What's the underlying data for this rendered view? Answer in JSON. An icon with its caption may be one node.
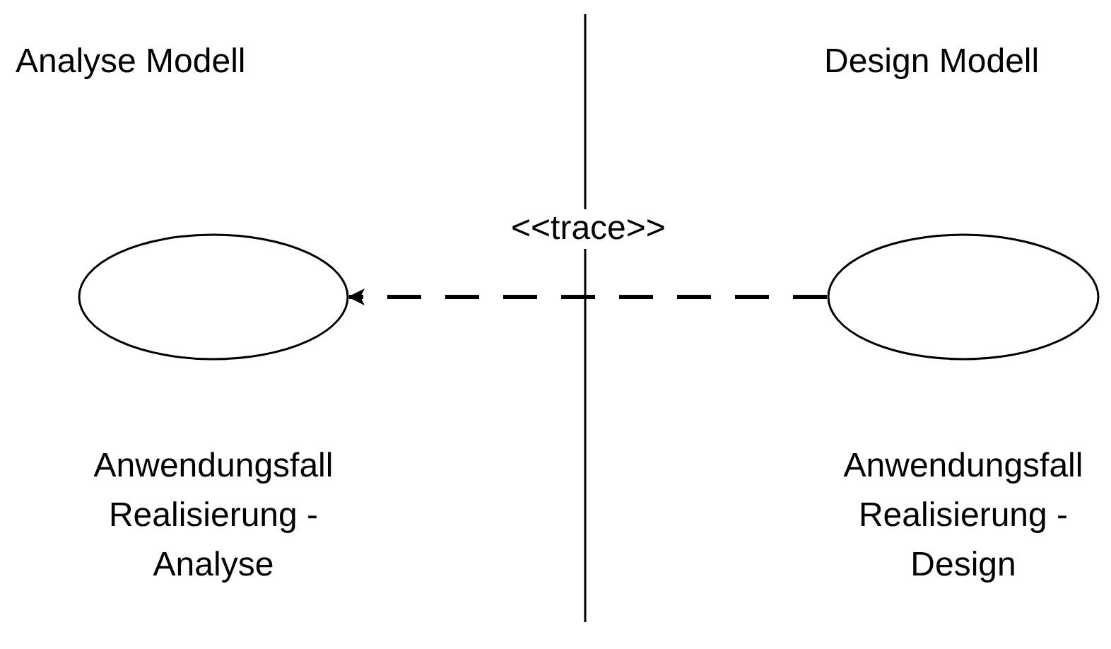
{
  "diagram": {
    "nodes": [
      {
        "text": [],
        "shape": "ellipse",
        "beside": [
          "Anwendungsfall Realisierung - Analyse"
        ]
      },
      {
        "text": [],
        "shape": "ellipse",
        "beside": [
          "Anwendungsfall Realisierung - Design"
        ]
      }
    ],
    "edges": [
      {
        "from": 1,
        "to": 0,
        "arrow": "to",
        "label": "<<trace>>",
        "style": "dashed"
      }
    ],
    "labels": [
      "Analyse Modell",
      "Design Modell"
    ]
  }
}
